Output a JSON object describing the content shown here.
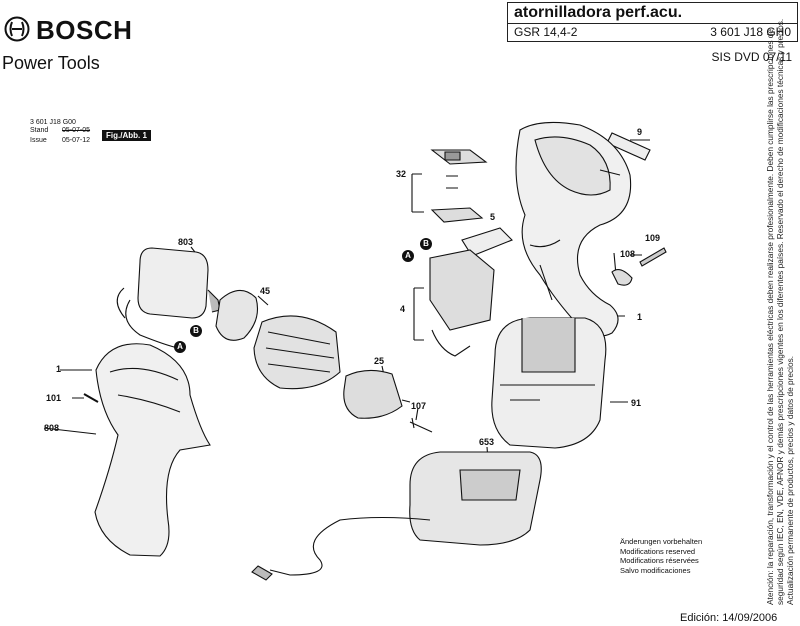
{
  "header": {
    "brand": "BOSCH",
    "subtitle": "Power Tools",
    "title": "atornilladora perf.acu.",
    "model": "GSR 14,4-2",
    "part_number": "3 601 J18 GH0",
    "doc_code": "SIS DVD 07/11"
  },
  "drawing_info": {
    "ref_number": "3 601 J18 G00",
    "stand_label": "Stand",
    "stand_date": "05-07-05",
    "issue_label": "Issue",
    "issue_date": "05-07-12",
    "figure_label": "Fig./Abb. 1"
  },
  "callouts": [
    {
      "id": "9",
      "text": "9"
    },
    {
      "id": "32",
      "text": "32"
    },
    {
      "id": "5",
      "text": "5"
    },
    {
      "id": "803",
      "text": "803"
    },
    {
      "id": "45",
      "text": "45"
    },
    {
      "id": "108",
      "text": "108"
    },
    {
      "id": "109",
      "text": "109"
    },
    {
      "id": "4",
      "text": "4"
    },
    {
      "id": "1-right",
      "text": "1"
    },
    {
      "id": "1-left",
      "text": "1"
    },
    {
      "id": "25",
      "text": "25"
    },
    {
      "id": "91",
      "text": "91"
    },
    {
      "id": "101",
      "text": "101"
    },
    {
      "id": "107",
      "text": "107"
    },
    {
      "id": "808",
      "text": "808"
    },
    {
      "id": "653",
      "text": "653"
    }
  ],
  "letters": {
    "a": "A",
    "b": "B"
  },
  "notes": [
    "Änderungen vorbehalten",
    "Modifications reserved",
    "Modifications réservées",
    "Salvo modificaciones"
  ],
  "edition": "Edición: 14/09/2006",
  "legal_text": "Atención: la reparación, transformación y el control de las herramientas eléctricas deben realizarse profesionalmente. Deben cumplirse las prescripciones de seguridad según IEC, EN, VDE, AFNOR y demás prescripciones vigentes en los diferentes países. Reservado el derecho de modificaciones técnicas y precios. Actualización permanente de productos, precios y datos de precios."
}
